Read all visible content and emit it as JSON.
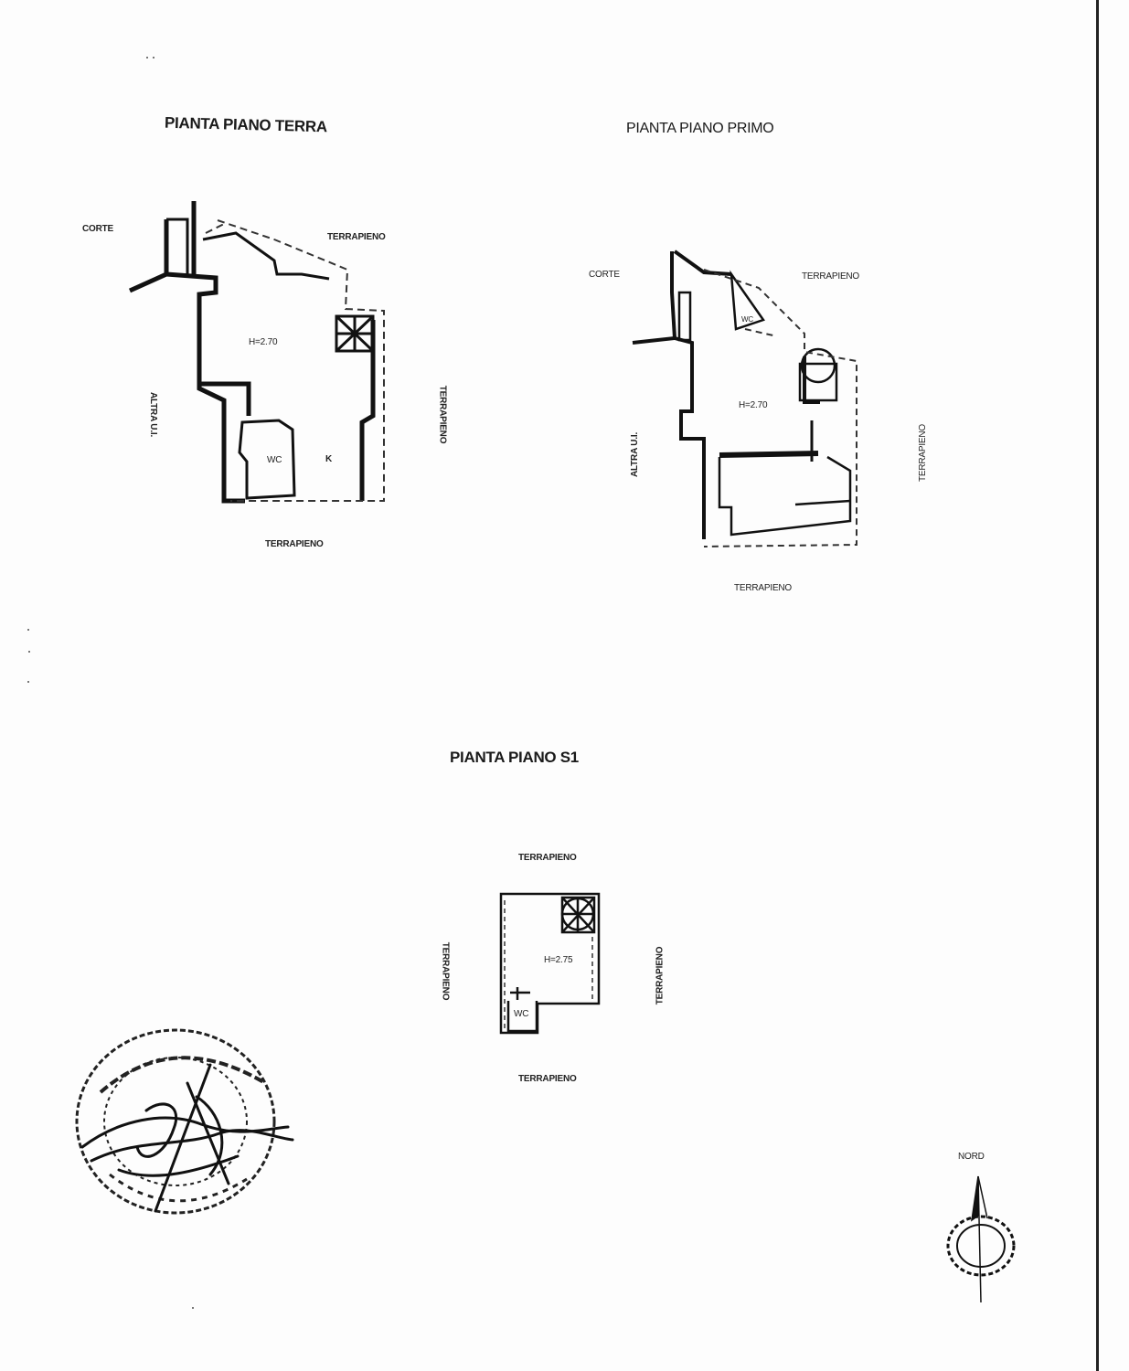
{
  "plans": {
    "terra": {
      "title": "PIANTA PIANO TERRA",
      "corte": "CORTE",
      "terrapieno_top": "TERRAPIENO",
      "altra_ui": "ALTRA U.I.",
      "terrapieno_right": "TERRAPIENO",
      "terrapieno_bottom": "TERRAPIENO",
      "height": "H=2.70",
      "wc": "WC",
      "k": "K"
    },
    "primo": {
      "title": "PIANTA PIANO PRIMO",
      "corte": "CORTE",
      "terrapieno_top": "TERRAPIENO",
      "altra_ui": "ALTRA U.I.",
      "terrapieno_right": "TERRAPIENO",
      "terrapieno_bottom": "TERRAPIENO",
      "height": "H=2.70",
      "wc": "WC"
    },
    "s1": {
      "title": "PIANTA PIANO S1",
      "terrapieno_top": "TERRAPIENO",
      "terrapieno_left": "TERRAPIENO",
      "terrapieno_right": "TERRAPIENO",
      "terrapieno_bottom": "TERRAPIENO",
      "height": "H=2.75",
      "wc": "WC"
    }
  },
  "north": {
    "label": "NORD"
  }
}
